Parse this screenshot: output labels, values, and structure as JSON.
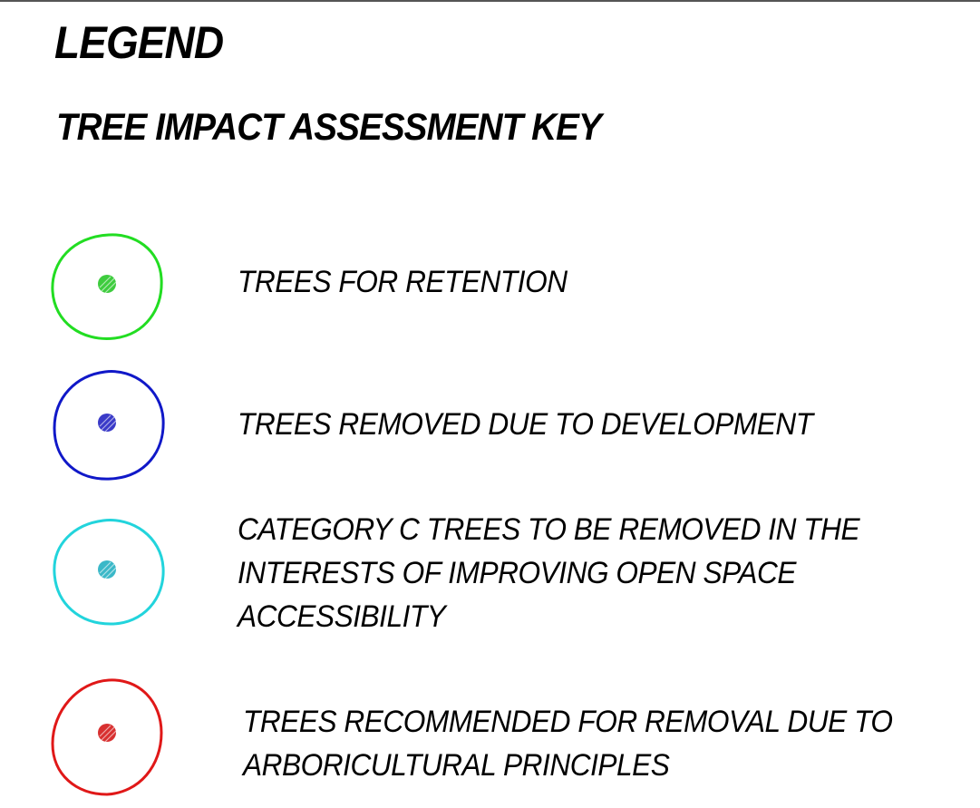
{
  "title": "LEGEND",
  "subtitle": "TREE IMPACT ASSESSMENT KEY",
  "items": [
    {
      "label": "TREES FOR RETENTION",
      "ring_color": "#22dd22",
      "dot_color": "#3ecc3e"
    },
    {
      "label": "TREES REMOVED DUE TO DEVELOPMENT",
      "ring_color": "#1018c8",
      "dot_color": "#3a3ac8"
    },
    {
      "label": "CATEGORY C TREES TO BE REMOVED IN THE\nINTERESTS OF IMPROVING OPEN SPACE\nACCESSIBILITY",
      "ring_color": "#22d4dc",
      "dot_color": "#3ab8c8"
    },
    {
      "label": "TREES RECOMMENDED FOR REMOVAL DUE TO\nARBORICULTURAL PRINCIPLES",
      "ring_color": "#e01818",
      "dot_color": "#d83030"
    }
  ]
}
